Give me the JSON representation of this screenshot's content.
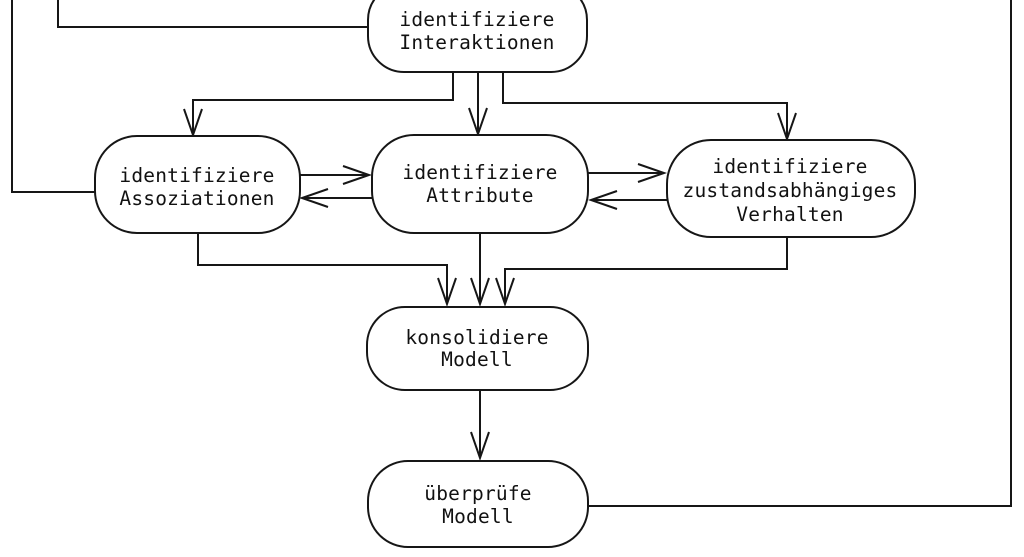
{
  "diagram": {
    "title": "activity flow of object model identification steps",
    "background_color": "#ffffff",
    "line_color": "#161616",
    "text_color": "#111111",
    "nodes": {
      "interaktionen": {
        "lines": [
          "identifiziere",
          "Interaktionen"
        ]
      },
      "assoziationen": {
        "lines": [
          "identifiziere",
          "Assoziationen"
        ]
      },
      "attribute": {
        "lines": [
          "identifiziere",
          "Attribute"
        ]
      },
      "verhalten": {
        "lines": [
          "identifiziere",
          "zustandsabhängiges",
          "Verhalten"
        ]
      },
      "konsolidiere": {
        "lines": [
          "konsolidiere",
          "Modell"
        ]
      },
      "ueberpruefe": {
        "lines": [
          "überprüfe",
          "Modell"
        ]
      }
    },
    "edges": [
      {
        "from": "offscreen-top-left",
        "to": "assoziationen",
        "arrowhead": false
      },
      {
        "from": "offscreen-top-left",
        "to": "interaktionen",
        "arrowhead": false
      },
      {
        "from": "interaktionen",
        "to": "assoziationen",
        "arrowhead": true
      },
      {
        "from": "interaktionen",
        "to": "attribute",
        "arrowhead": true
      },
      {
        "from": "interaktionen",
        "to": "verhalten",
        "arrowhead": true
      },
      {
        "from": "assoziationen",
        "to": "attribute",
        "arrowhead": true
      },
      {
        "from": "attribute",
        "to": "assoziationen",
        "arrowhead": true
      },
      {
        "from": "attribute",
        "to": "verhalten",
        "arrowhead": true
      },
      {
        "from": "verhalten",
        "to": "attribute",
        "arrowhead": true
      },
      {
        "from": "assoziationen",
        "to": "konsolidiere",
        "arrowhead": true
      },
      {
        "from": "attribute",
        "to": "konsolidiere",
        "arrowhead": true
      },
      {
        "from": "verhalten",
        "to": "konsolidiere",
        "arrowhead": true
      },
      {
        "from": "konsolidiere",
        "to": "ueberpruefe",
        "arrowhead": true
      },
      {
        "from": "ueberpruefe",
        "to": "offscreen-top-right",
        "arrowhead": false
      }
    ]
  }
}
